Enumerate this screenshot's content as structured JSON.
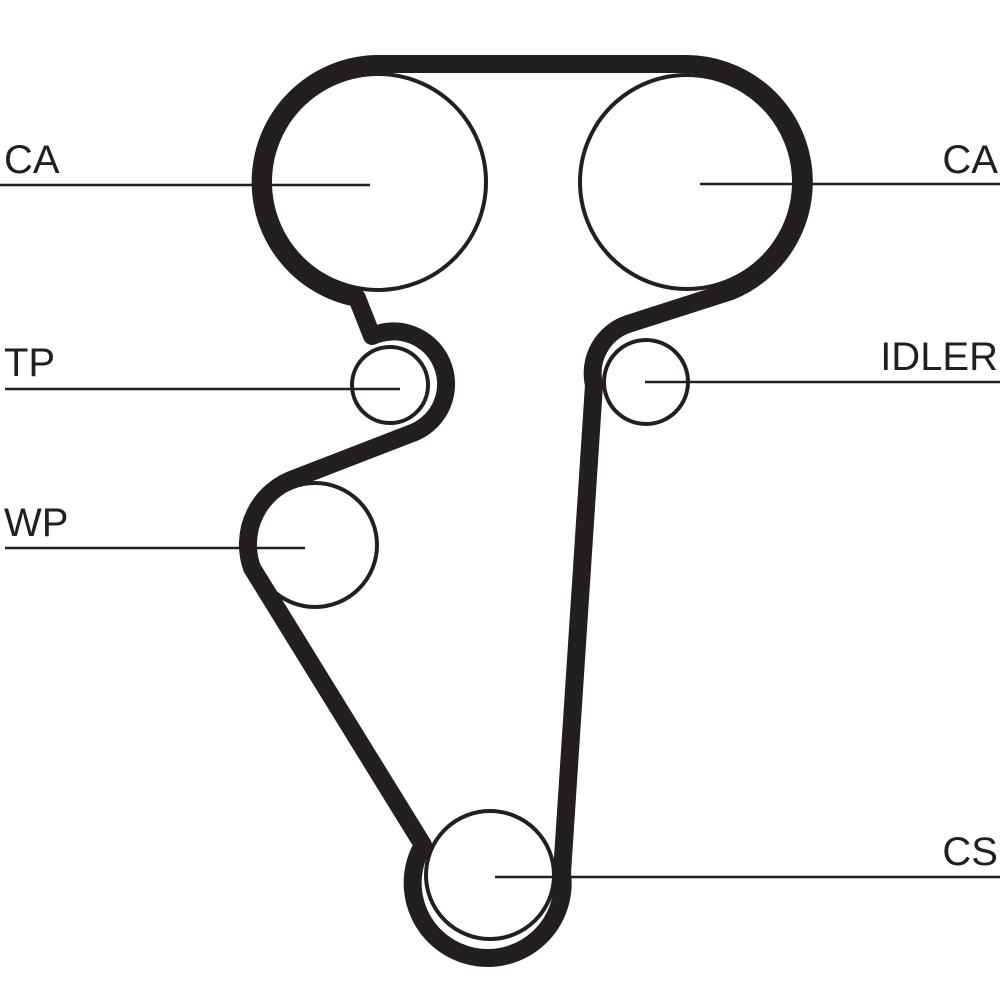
{
  "title": "Timing belt layout",
  "labels": {
    "ca_left": "CA",
    "ca_right": "CA",
    "tp": "TP",
    "idler": "IDLER",
    "wp": "WP",
    "cs": "CS"
  },
  "colors": {
    "ink": "#231f20",
    "background": "#ffffff"
  }
}
